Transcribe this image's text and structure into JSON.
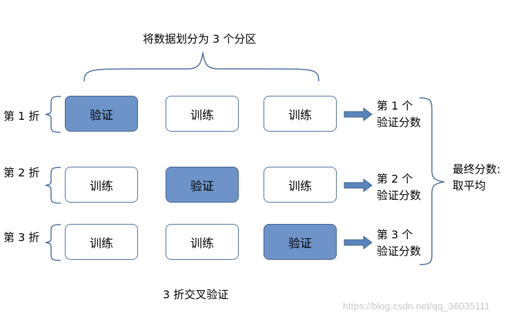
{
  "title": "将数据划分为 3 个分区",
  "caption": "3 折交叉验证",
  "folds": [
    {
      "label": "第 1 折",
      "parts": [
        "验证",
        "训练",
        "训练"
      ],
      "result": [
        "第 1 个",
        "验证分数"
      ]
    },
    {
      "label": "第 2 折",
      "parts": [
        "训练",
        "验证",
        "训练"
      ],
      "result": [
        "第 2 个",
        "验证分数"
      ]
    },
    {
      "label": "第 3 折",
      "parts": [
        "训练",
        "训练",
        "验证"
      ],
      "result": [
        "第 3 个",
        "验证分数"
      ]
    }
  ],
  "final": [
    "最终分数:",
    "取平均"
  ],
  "watermark": "https://blog.csdn.net/qq_36035111",
  "colors": {
    "validation_fill": "#6d93c8",
    "border": "#4a6d9f",
    "arrow": "#5b84bd"
  }
}
